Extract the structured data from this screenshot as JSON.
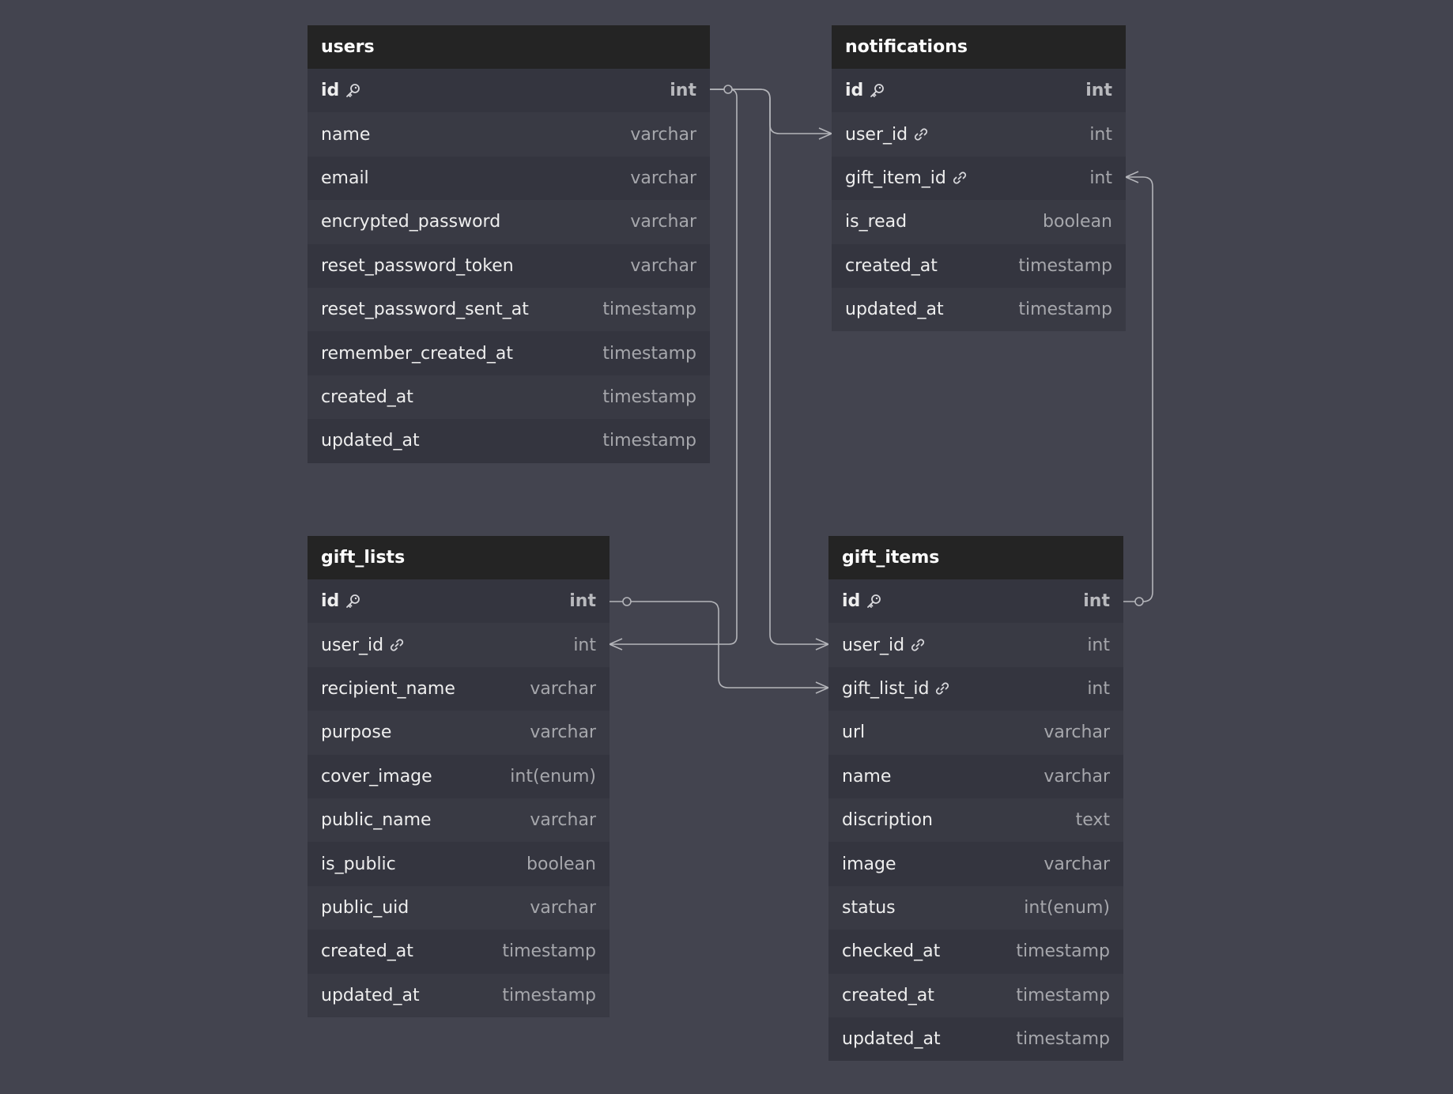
{
  "tables": [
    {
      "id": "users",
      "name": "users",
      "columns": [
        {
          "name": "id",
          "type": "int",
          "key": "pk"
        },
        {
          "name": "name",
          "type": "varchar"
        },
        {
          "name": "email",
          "type": "varchar"
        },
        {
          "name": "encrypted_password",
          "type": "varchar"
        },
        {
          "name": "reset_password_token",
          "type": "varchar"
        },
        {
          "name": "reset_password_sent_at",
          "type": "timestamp"
        },
        {
          "name": "remember_created_at",
          "type": "timestamp"
        },
        {
          "name": "created_at",
          "type": "timestamp"
        },
        {
          "name": "updated_at",
          "type": "timestamp"
        }
      ]
    },
    {
      "id": "notifications",
      "name": "notifications",
      "columns": [
        {
          "name": "id",
          "type": "int",
          "key": "pk"
        },
        {
          "name": "user_id",
          "type": "int",
          "key": "fk"
        },
        {
          "name": "gift_item_id",
          "type": "int",
          "key": "fk"
        },
        {
          "name": "is_read",
          "type": "boolean"
        },
        {
          "name": "created_at",
          "type": "timestamp"
        },
        {
          "name": "updated_at",
          "type": "timestamp"
        }
      ]
    },
    {
      "id": "gift_lists",
      "name": "gift_lists",
      "columns": [
        {
          "name": "id",
          "type": "int",
          "key": "pk"
        },
        {
          "name": "user_id",
          "type": "int",
          "key": "fk"
        },
        {
          "name": "recipient_name",
          "type": "varchar"
        },
        {
          "name": "purpose",
          "type": "varchar"
        },
        {
          "name": "cover_image",
          "type": "int(enum)"
        },
        {
          "name": "public_name",
          "type": "varchar"
        },
        {
          "name": "is_public",
          "type": "boolean"
        },
        {
          "name": "public_uid",
          "type": "varchar"
        },
        {
          "name": "created_at",
          "type": "timestamp"
        },
        {
          "name": "updated_at",
          "type": "timestamp"
        }
      ]
    },
    {
      "id": "gift_items",
      "name": "gift_items",
      "columns": [
        {
          "name": "id",
          "type": "int",
          "key": "pk"
        },
        {
          "name": "user_id",
          "type": "int",
          "key": "fk"
        },
        {
          "name": "gift_list_id",
          "type": "int",
          "key": "fk"
        },
        {
          "name": "url",
          "type": "varchar"
        },
        {
          "name": "name",
          "type": "varchar"
        },
        {
          "name": "discription",
          "type": "text"
        },
        {
          "name": "image",
          "type": "varchar"
        },
        {
          "name": "status",
          "type": "int(enum)"
        },
        {
          "name": "checked_at",
          "type": "timestamp"
        },
        {
          "name": "created_at",
          "type": "timestamp"
        },
        {
          "name": "updated_at",
          "type": "timestamp"
        }
      ]
    }
  ],
  "relationships": [
    {
      "from": "users.id",
      "to": "notifications.user_id",
      "cardinality": "one-to-many"
    },
    {
      "from": "users.id",
      "to": "gift_lists.user_id",
      "cardinality": "one-to-many"
    },
    {
      "from": "users.id",
      "to": "gift_items.user_id",
      "cardinality": "one-to-many"
    },
    {
      "from": "gift_lists.id",
      "to": "gift_items.gift_list_id",
      "cardinality": "one-to-many"
    },
    {
      "from": "gift_items.id",
      "to": "notifications.gift_item_id",
      "cardinality": "one-to-many"
    }
  ],
  "colors": {
    "background": "#43444f",
    "header": "#242424",
    "connector": "#b4b5ba"
  }
}
